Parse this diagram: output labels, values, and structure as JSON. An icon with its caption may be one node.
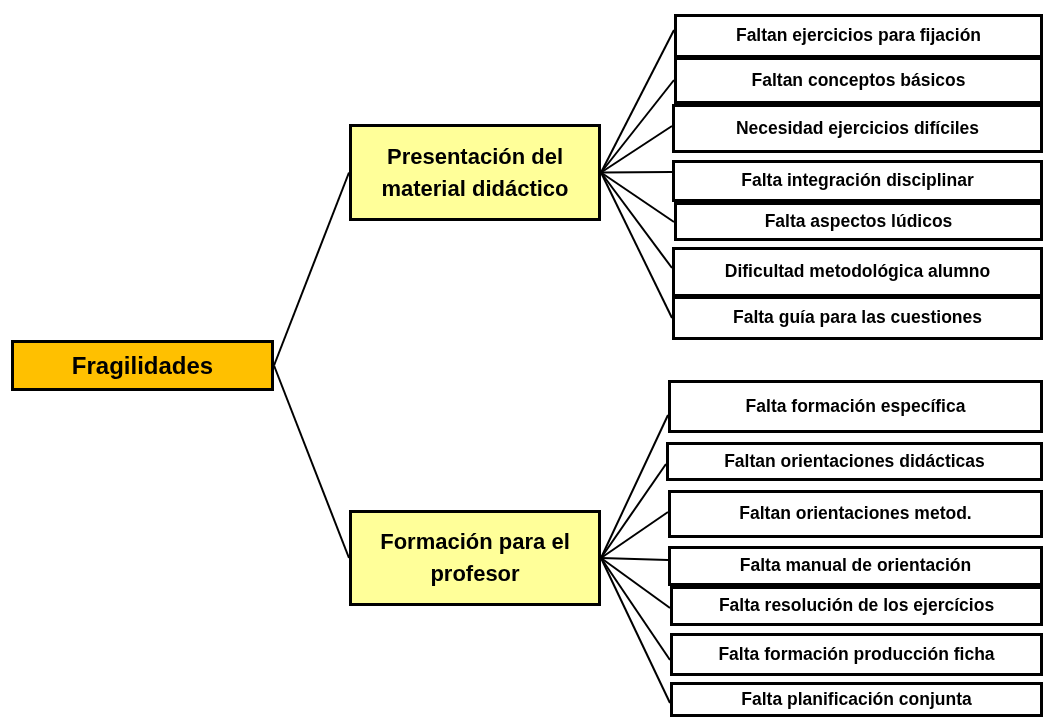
{
  "diagram": {
    "nodes": [
      {
        "text": [
          "Fragilidades"
        ]
      },
      {
        "text": [
          "Presentación del material didáctico"
        ]
      },
      {
        "text": [
          "Faltan ejercicios para fijación"
        ]
      },
      {
        "text": [
          "Faltan conceptos básicos"
        ]
      },
      {
        "text": [
          "Necesidad ejercicios difíciles"
        ]
      },
      {
        "text": [
          "Falta integración disciplinar"
        ]
      },
      {
        "text": [
          "Falta aspectos lúdicos"
        ]
      },
      {
        "text": [
          "Dificultad metodológica alumno"
        ]
      },
      {
        "text": [
          "Falta guía para las cuestiones"
        ]
      },
      {
        "text": [
          "Formación para el profesor"
        ]
      },
      {
        "text": [
          "Falta formación específica"
        ]
      },
      {
        "text": [
          "Faltan orientaciones didácticas"
        ]
      },
      {
        "text": [
          "Faltan orientaciones metod."
        ]
      },
      {
        "text": [
          "Falta manual de orientación"
        ]
      },
      {
        "text": [
          "Falta resolución de los ejercícios"
        ]
      },
      {
        "text": [
          "Falta formación producción ficha"
        ]
      },
      {
        "text": [
          "Falta planificación conjunta"
        ]
      }
    ],
    "edges": [
      {
        "from": 0,
        "to": 1,
        "arrow": "none"
      },
      {
        "from": 0,
        "to": 9,
        "arrow": "none"
      },
      {
        "from": 1,
        "to": 2,
        "arrow": "none"
      },
      {
        "from": 1,
        "to": 3,
        "arrow": "none"
      },
      {
        "from": 1,
        "to": 4,
        "arrow": "none"
      },
      {
        "from": 1,
        "to": 5,
        "arrow": "none"
      },
      {
        "from": 1,
        "to": 6,
        "arrow": "none"
      },
      {
        "from": 1,
        "to": 7,
        "arrow": "none"
      },
      {
        "from": 1,
        "to": 8,
        "arrow": "none"
      },
      {
        "from": 9,
        "to": 10,
        "arrow": "none"
      },
      {
        "from": 9,
        "to": 11,
        "arrow": "none"
      },
      {
        "from": 9,
        "to": 12,
        "arrow": "none"
      },
      {
        "from": 9,
        "to": 13,
        "arrow": "none"
      },
      {
        "from": 9,
        "to": 14,
        "arrow": "none"
      },
      {
        "from": 9,
        "to": 15,
        "arrow": "none"
      },
      {
        "from": 9,
        "to": 16,
        "arrow": "none"
      }
    ]
  }
}
